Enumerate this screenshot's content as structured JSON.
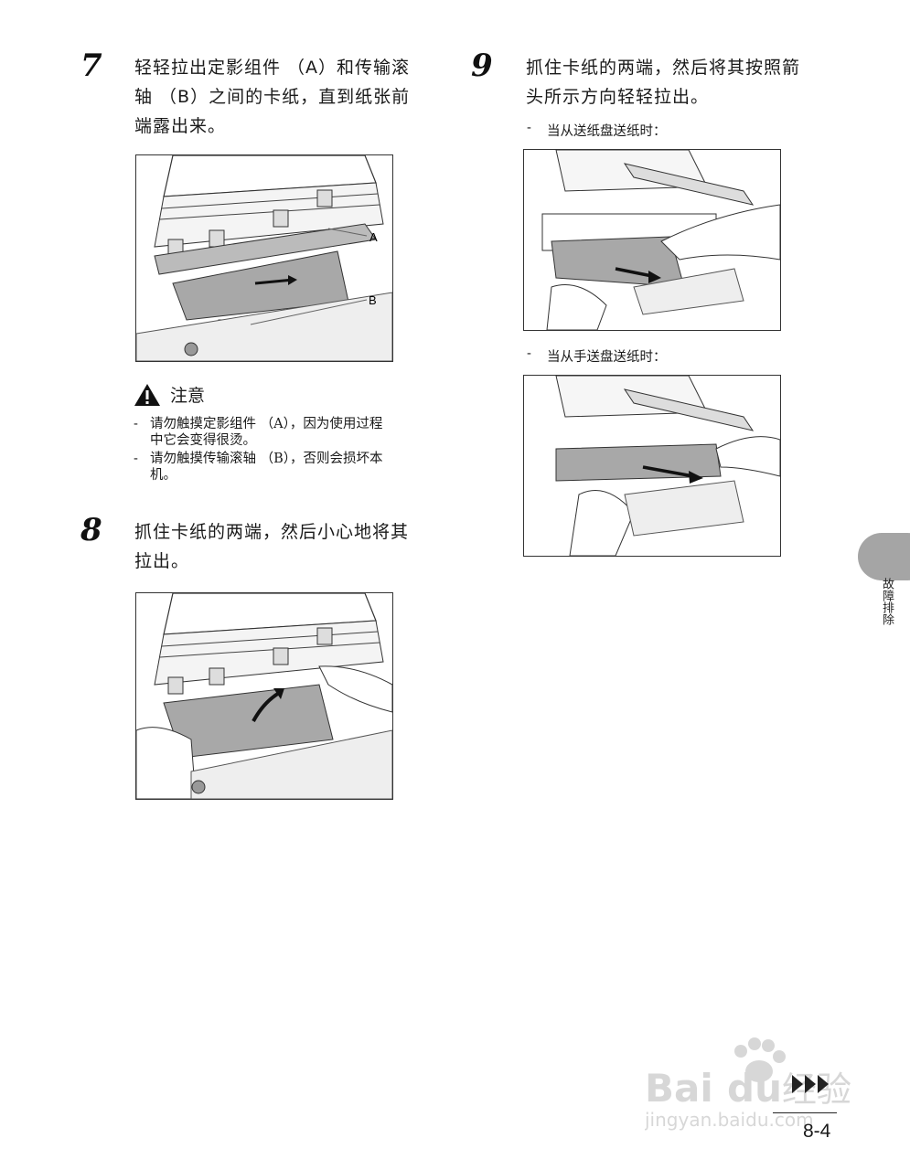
{
  "steps": [
    {
      "number": "7",
      "lines": [
        "轻轻拉出定影组件 （A）和传输滚",
        "轴 （B）之间的卡纸，直到纸张前",
        "端露出来。"
      ]
    },
    {
      "number": "8",
      "lines": [
        "抓住卡纸的两端，然后小心地将其",
        "拉出。"
      ]
    },
    {
      "number": "9",
      "lines": [
        "抓住卡纸的两端，然后将其按照箭",
        "头所示方向轻轻拉出。"
      ]
    }
  ],
  "figure_labels": {
    "a": "A",
    "b": "B"
  },
  "caution": {
    "title": "注意",
    "items": [
      [
        "请勿触摸定影组件 （A），因为使用过程",
        "中它会变得很烫。"
      ],
      [
        "请勿触摸传输滚轴 （B），否则会损坏本",
        "机。"
      ]
    ]
  },
  "sub_notes": {
    "dash": "-",
    "tray": "当从送纸盘送纸时：",
    "manual": "当从手送盘送纸时："
  },
  "side_tab": {
    "label": "故障排除",
    "color": "#a5a5a5"
  },
  "page_number": "8-4",
  "watermark": {
    "brand": "Bai",
    "brand2": "du",
    "cn": "经验",
    "url": "jingyan.baidu.com"
  },
  "icons": {
    "caution": "warning-triangle-icon",
    "next": "next-page-arrows-icon"
  }
}
